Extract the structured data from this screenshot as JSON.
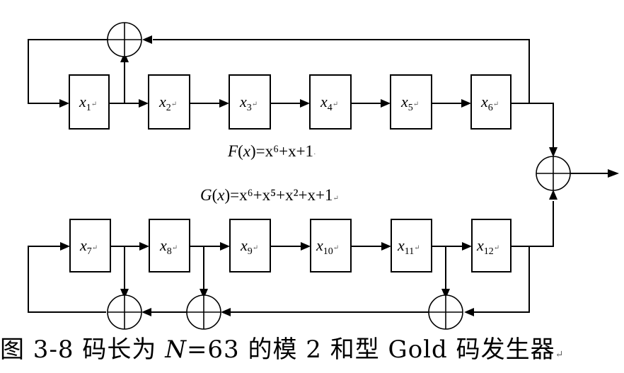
{
  "registers": {
    "top": [
      "1",
      "2",
      "3",
      "4",
      "5",
      "6"
    ],
    "bottom": [
      "7",
      "8",
      "9",
      "10",
      "11",
      "12"
    ],
    "var": "x"
  },
  "equations": {
    "f": {
      "name": "F",
      "arg": "x",
      "rhs": "x⁶+x+1"
    },
    "g": {
      "name": "G",
      "arg": "x",
      "rhs": "x⁶+x⁵+x²+x+1"
    }
  },
  "caption": {
    "prefix": "图 3-8  码长为 ",
    "n_var": "N",
    "suffix": "=63 的模 2 和型 Gold 码发生器"
  },
  "editor_marks": {
    "para": "↵",
    "dot": "·"
  }
}
